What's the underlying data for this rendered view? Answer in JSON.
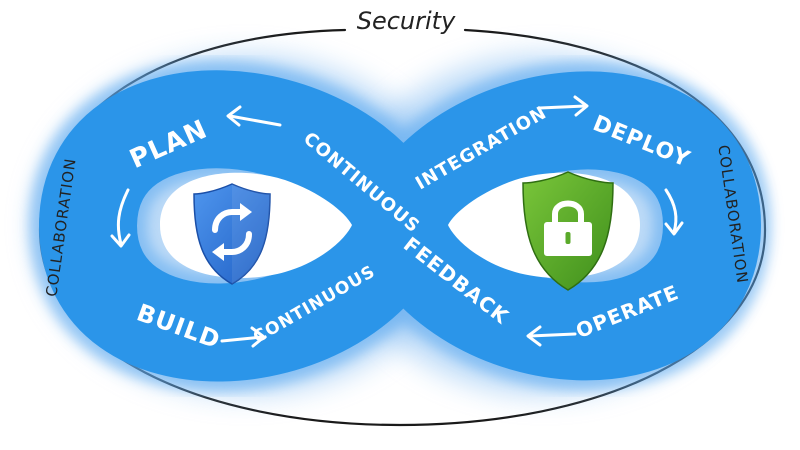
{
  "outer": {
    "title": "Security",
    "left_label": "COLLABORATION",
    "right_label": "COLLABORATION"
  },
  "loop": {
    "plan": "PLAN",
    "build": "BUILD",
    "continuous_left": "CONTINUOUS",
    "continuous_center": "CONTINUOUS",
    "feedback": "FEEDBACK",
    "integration": "INTEGRATION",
    "deploy": "DEPLOY",
    "operate": "OPERATE"
  },
  "icons": {
    "left": "sync-shield-icon",
    "right": "lock-shield-icon"
  },
  "colors": {
    "loop_blue": "#2b95e9",
    "glow_blue": "#7fb8f0",
    "shield_blue": "#2f72d4",
    "shield_green": "#5aaa2a",
    "outline": "#1a1a1a"
  }
}
